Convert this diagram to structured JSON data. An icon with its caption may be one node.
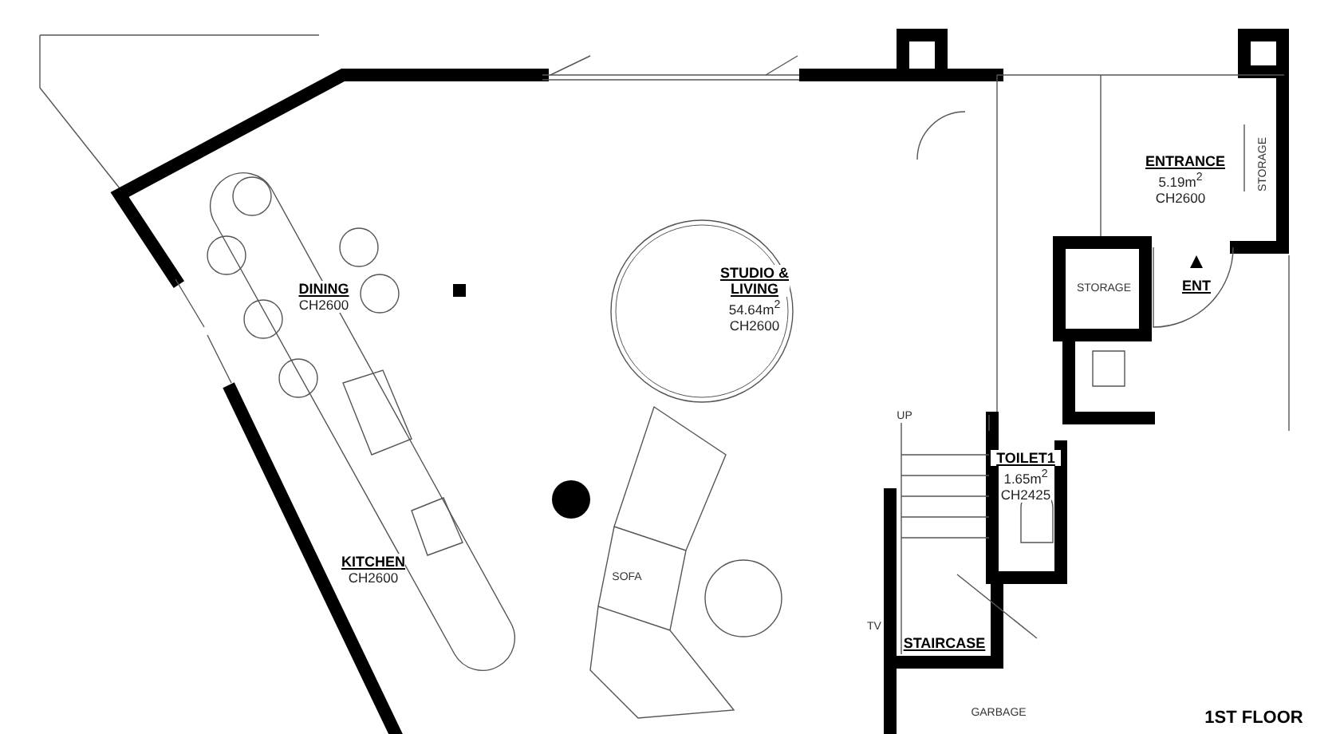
{
  "diagram": {
    "nodes": [
      {
        "text": [
          "DINING",
          "CH2600"
        ]
      },
      {
        "text": [
          "STUDIO & LIVING",
          "54.64m$^{2}$",
          "CH2600"
        ]
      },
      {
        "text": [
          "ENTRANCE",
          "5.19m$^{2}$",
          "CH2600"
        ]
      },
      {
        "text": [
          "KITCHEN",
          "CH2600"
        ]
      },
      {
        "text": [
          "TOILET1",
          "1.65m$^{2}$",
          "CH2425"
        ]
      },
      {
        "text": [
          "STAIRCASE"
        ]
      }
    ],
    "labels": [
      "STORAGE",
      "STORAGE",
      "ENT",
      "UP",
      "SOFA",
      "TV",
      "GARBAGE",
      "1ST FLOOR"
    ]
  }
}
